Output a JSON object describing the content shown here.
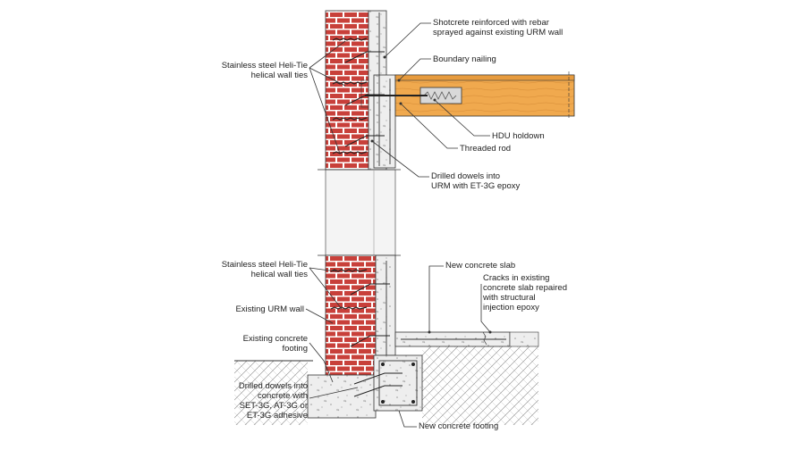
{
  "colors": {
    "brick": "#c8403a",
    "mortar": "#ffffff",
    "concrete": "#eeeeee",
    "wood": "#f0a94e",
    "leader": "#333333"
  },
  "labels": {
    "shotcrete": "Shotcrete reinforced with rebar\nsprayed against existing URM wall",
    "boundary_nailing": "Boundary nailing",
    "helitie_top": "Stainless steel Heli-Tie\nhelical wall ties",
    "hdu_holdown": "HDU holdown",
    "threaded_rod": "Threaded rod",
    "drilled_dowels_top": "Drilled dowels into\nURM with ET-3G epoxy",
    "new_slab": "New concrete slab",
    "helitie_bottom": "Stainless steel Heli-Tie\nhelical wall ties",
    "cracks": "Cracks in existing\nconcrete slab repaired\nwith structural\ninjection epoxy",
    "existing_urm": "Existing URM wall",
    "existing_footing": "Existing concrete\nfooting",
    "drilled_dowels_bottom": "Drilled dowels into\nconcrete with\nSET-3G, AT-3G or\nET-3G adhesive",
    "new_footing": "New concrete footing"
  }
}
